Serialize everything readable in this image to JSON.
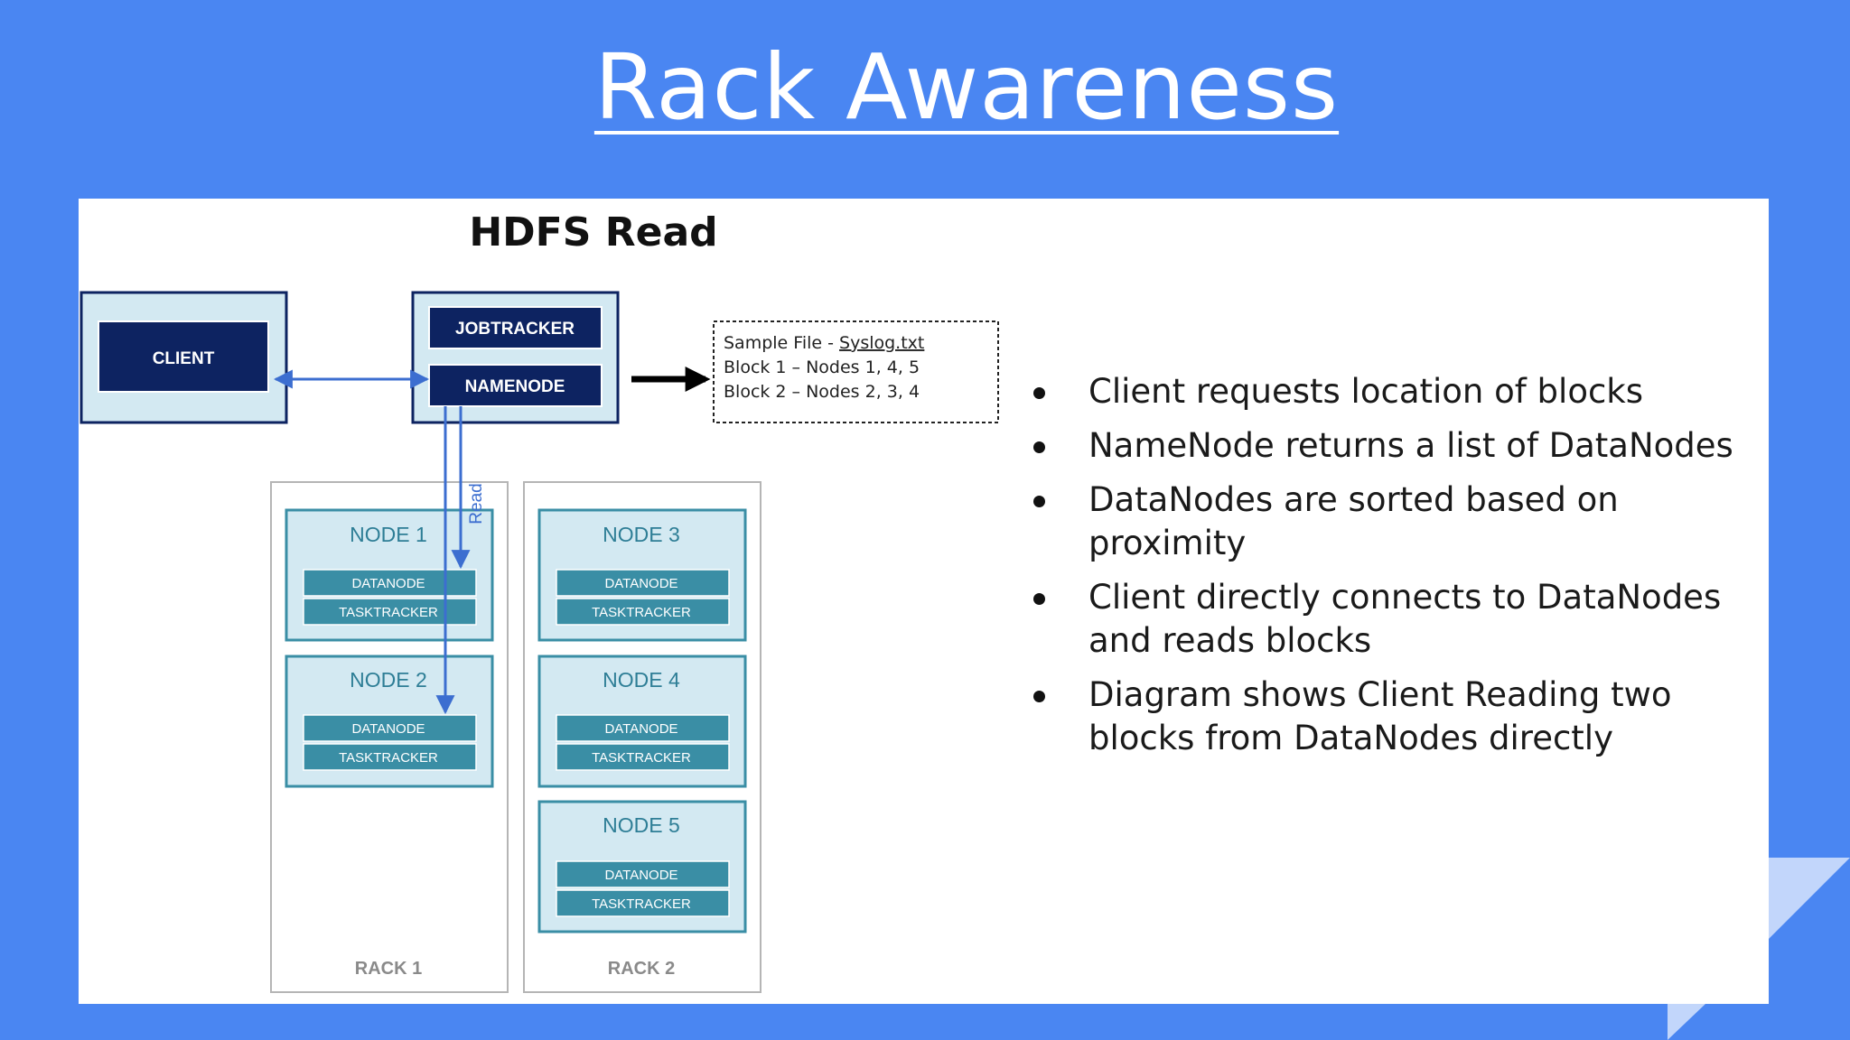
{
  "slide": {
    "title": "Rack Awareness"
  },
  "diagram": {
    "heading": "HDFS Read",
    "client": "CLIENT",
    "jobtracker": "JOBTRACKER",
    "namenode": "NAMENODE",
    "read_label": "Read",
    "sample_file": {
      "prefix": "Sample File - ",
      "filename": "Syslog.txt",
      "block1": "Block 1 – Nodes 1, 4, 5",
      "block2": "Block 2 – Nodes 2, 3, 4"
    },
    "racks": [
      {
        "label": "RACK 1",
        "nodes": [
          {
            "name": "NODE 1",
            "datanode": "DATANODE",
            "tasktracker": "TASKTRACKER"
          },
          {
            "name": "NODE 2",
            "datanode": "DATANODE",
            "tasktracker": "TASKTRACKER"
          }
        ]
      },
      {
        "label": "RACK 2",
        "nodes": [
          {
            "name": "NODE 3",
            "datanode": "DATANODE",
            "tasktracker": "TASKTRACKER"
          },
          {
            "name": "NODE 4",
            "datanode": "DATANODE",
            "tasktracker": "TASKTRACKER"
          },
          {
            "name": "NODE 5",
            "datanode": "DATANODE",
            "tasktracker": "TASKTRACKER"
          }
        ]
      }
    ]
  },
  "bullets": [
    "Client requests location of blocks",
    "NameNode returns a list of DataNodes",
    "DataNodes are sorted based on proximity",
    "Client directly connects to DataNodes and reads blocks",
    "Diagram shows Client Reading two blocks from DataNodes directly"
  ],
  "colors": {
    "background": "#4a86f2",
    "panel": "#ffffff",
    "navy": "#0d2361",
    "node_fill": "#d3e9f2",
    "teal": "#3a8ea5",
    "node_text": "#2e7e96",
    "arrow_blue": "#3c6ed0",
    "light_triangle": "#c2d6fb"
  }
}
